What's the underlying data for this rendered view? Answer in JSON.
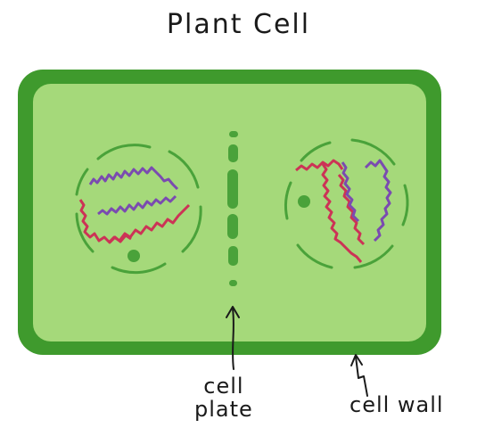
{
  "title": "Plant Cell",
  "labels": {
    "cell_plate": "cell\nplate",
    "cell_wall": "cell wall"
  },
  "colors": {
    "cell_wall": "#3f9a2d",
    "cytoplasm": "#a5d97a",
    "organelle": "#4aa23a",
    "chromosome_purple": "#7a4bb0",
    "chromosome_red": "#cc3356",
    "ink": "#1a1a1a"
  }
}
